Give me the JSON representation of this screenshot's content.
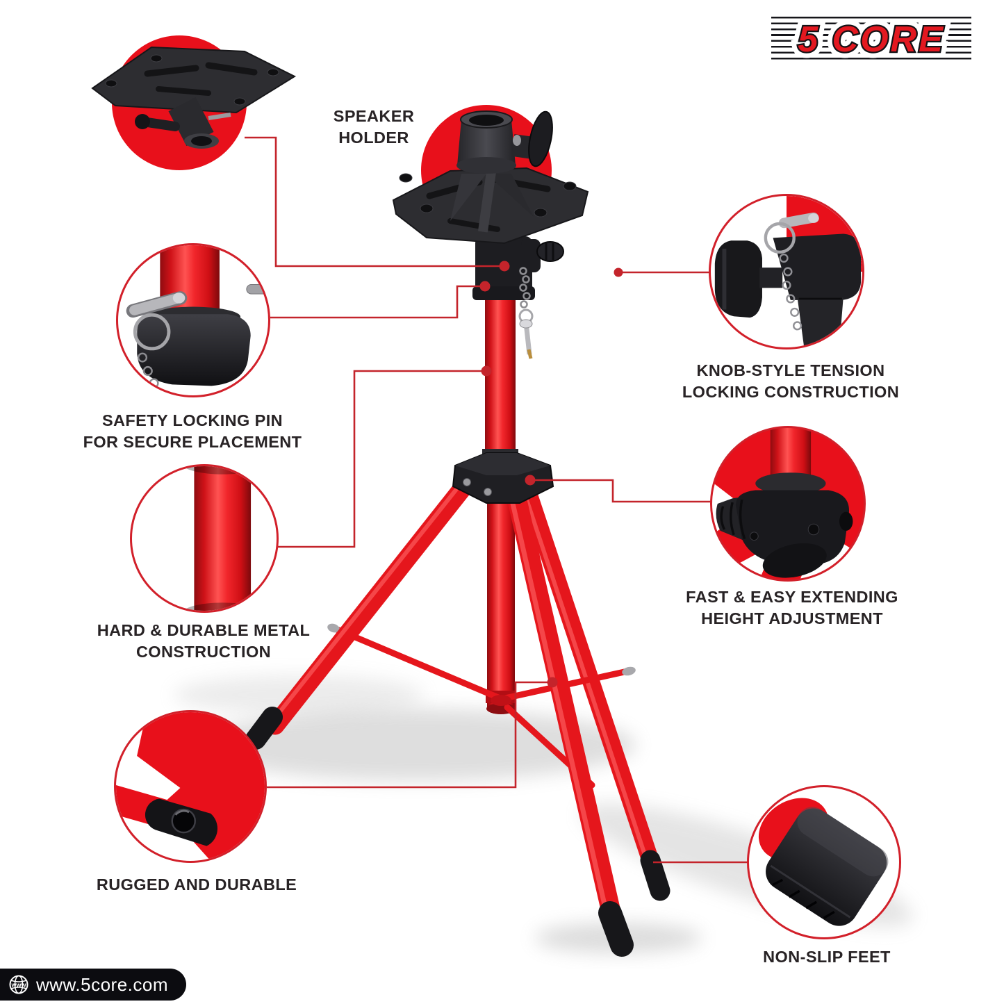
{
  "brand": {
    "logo_text": "5 CORE",
    "website": "www.5core.com",
    "globe_label": "www"
  },
  "labels": {
    "speaker_holder": "SPEAKER\nHOLDER",
    "safety_pin": "SAFETY LOCKING PIN\nFOR SECURE PLACEMENT",
    "knob": "KNOB-STYLE TENSION\nLOCKING CONSTRUCTION",
    "metal": "HARD & DURABLE METAL\nCONSTRUCTION",
    "height": "FAST & EASY EXTENDING\nHEIGHT ADJUSTMENT",
    "rugged": "RUGGED AND DURABLE",
    "feet": "NON-SLIP FEET"
  },
  "colors": {
    "accent_red": "#e8101b",
    "connector_red": "#c4242b",
    "circle_border_red": "#d2202a",
    "logo_red": "#e31820",
    "text_dark": "#282325",
    "part_black": "#1d1d21",
    "background": "#ffffff"
  }
}
